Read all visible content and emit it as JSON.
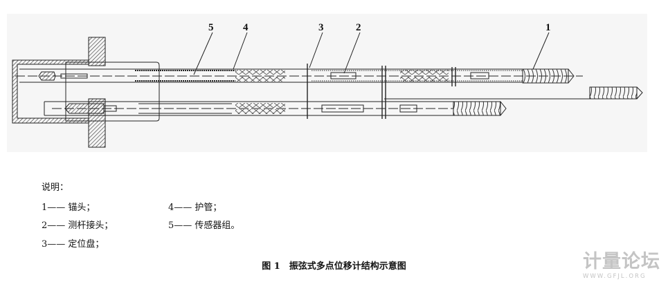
{
  "figure": {
    "callouts": [
      "1",
      "2",
      "3",
      "4",
      "5"
    ],
    "legend_title": "说明：",
    "legend_items": [
      {
        "num": "1",
        "label": "1—— 锚头；"
      },
      {
        "num": "2",
        "label": "2—— 测杆接头；"
      },
      {
        "num": "3",
        "label": "3—— 定位盘；"
      },
      {
        "num": "4",
        "label": "4—— 护管；"
      },
      {
        "num": "5",
        "label": "5—— 传感器组。"
      }
    ],
    "caption": "图 1　振弦式多点位移计结构示意图"
  },
  "watermark": {
    "cn": "计量论坛",
    "en": "WWW.GFJL.ORG"
  }
}
